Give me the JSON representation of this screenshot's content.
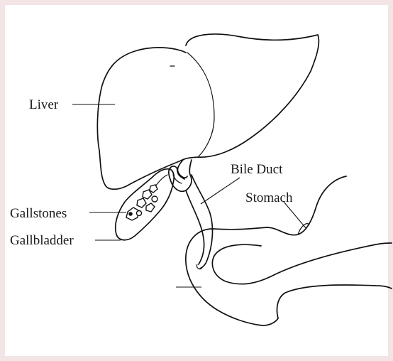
{
  "diagram": {
    "labels": {
      "liver": "Liver",
      "bile_duct": "Bile Duct",
      "stomach": "Stomach",
      "gallstones": "Gallstones",
      "gallbladder": "Gallbladder"
    },
    "colors": {
      "frame_border": "#f3e4e6",
      "line": "#111111",
      "background": "#ffffff"
    }
  }
}
